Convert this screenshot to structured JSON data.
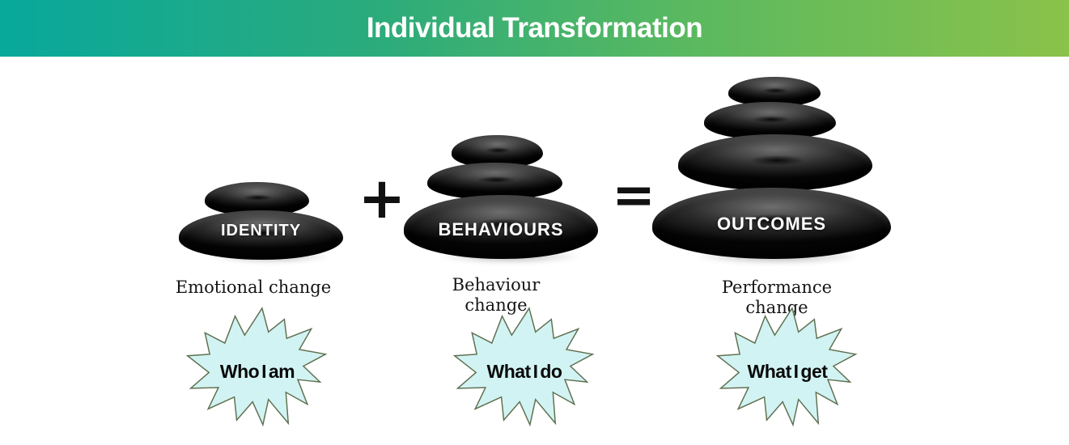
{
  "header": {
    "title": "Individual Transformation",
    "gradient_left": "#08a89c",
    "gradient_right": "#8ac24a"
  },
  "operators": {
    "plus": "+",
    "equals": "="
  },
  "columns": [
    {
      "stone_label": "IDENTITY",
      "stone_count": 2,
      "change_label": "Emotional change",
      "burst_label": "Who I am"
    },
    {
      "stone_label": "BEHAVIOURS",
      "stone_count": 3,
      "change_label": "Behaviour\nchange",
      "burst_label": "What I do"
    },
    {
      "stone_label": "OUTCOMES",
      "stone_count": 4,
      "change_label": "Performance\nchange",
      "burst_label": "What I get"
    }
  ],
  "burst_style": {
    "fill": "#d2f3f3",
    "stroke": "#5f7050"
  },
  "stone_color": "#0d0d0d"
}
